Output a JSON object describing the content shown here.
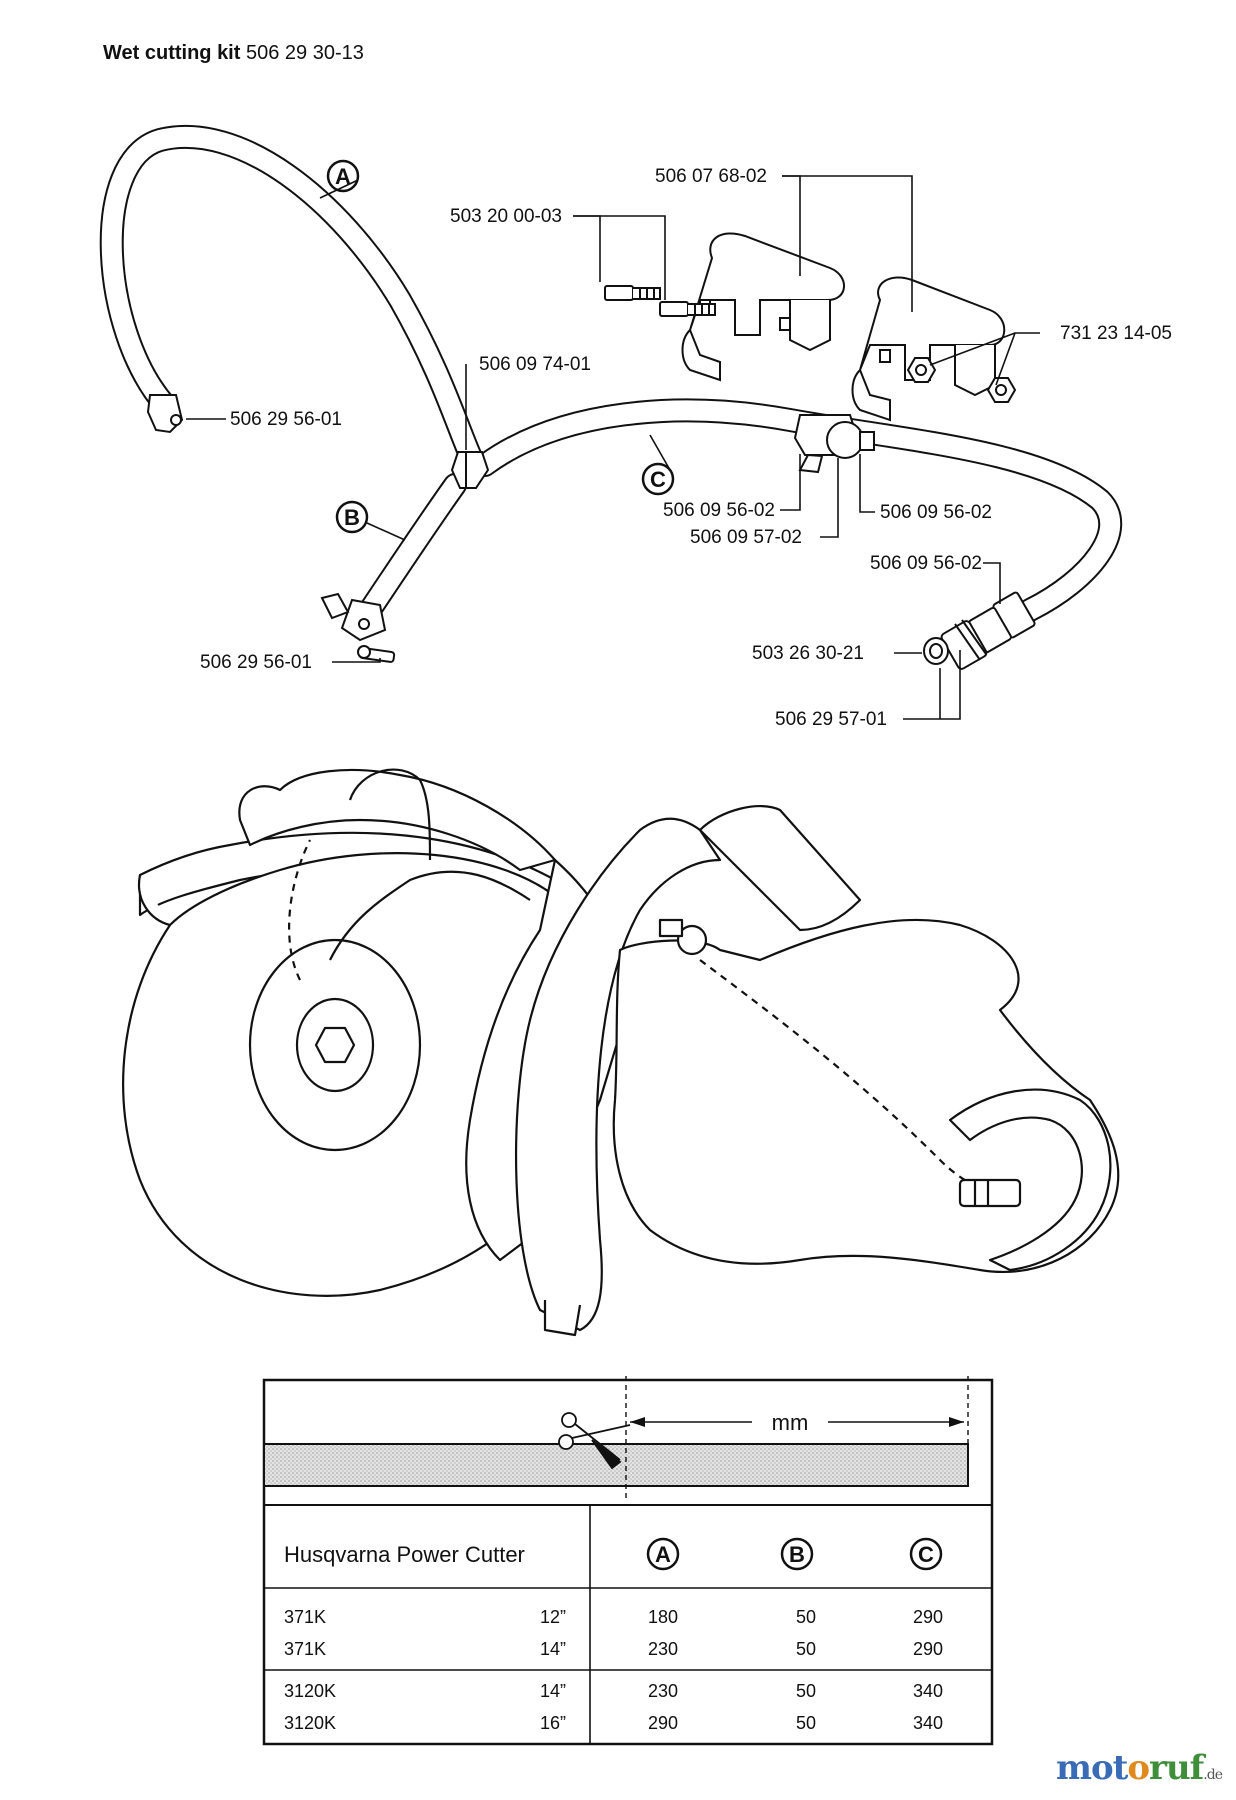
{
  "title": {
    "bold": "Wet cutting kit",
    "number": "506 29 30-13"
  },
  "part_labels": {
    "p1": "506 07 68-02",
    "p2": "503 20 00-03",
    "p3": "731 23 14-05",
    "p4": "506 09 74-01",
    "p5": "506 29 56-01",
    "p6": "506 09 56-02",
    "p7": "506 09 57-02",
    "p8": "506 09 56-02",
    "p9": "506 09 56-02",
    "p10": "503 26 30-21",
    "p11": "506 29 57-01",
    "p12": "506 29 56-01"
  },
  "hose_markers": {
    "a": "A",
    "b": "B",
    "c": "C"
  },
  "cut_table": {
    "unit": "mm",
    "header": "Husqvarna Power Cutter",
    "col_a": "A",
    "col_b": "B",
    "col_c": "C",
    "rows": [
      {
        "model": "371K",
        "size": "12”",
        "a": "180",
        "b": "50",
        "c": "290"
      },
      {
        "model": "371K",
        "size": "14”",
        "a": "230",
        "b": "50",
        "c": "290"
      },
      {
        "model": "3120K",
        "size": "14”",
        "a": "230",
        "b": "50",
        "c": "340"
      },
      {
        "model": "3120K",
        "size": "16”",
        "a": "290",
        "b": "50",
        "c": "340"
      }
    ]
  },
  "watermark": {
    "brand_1": "mot",
    "brand_2": "o",
    "brand_3": "ruf",
    "tld": ".de"
  },
  "colors": {
    "line": "#111111",
    "hose_fill": "#ffffff",
    "strip": "#d9d9d9",
    "accent": "#3a6bb7"
  }
}
